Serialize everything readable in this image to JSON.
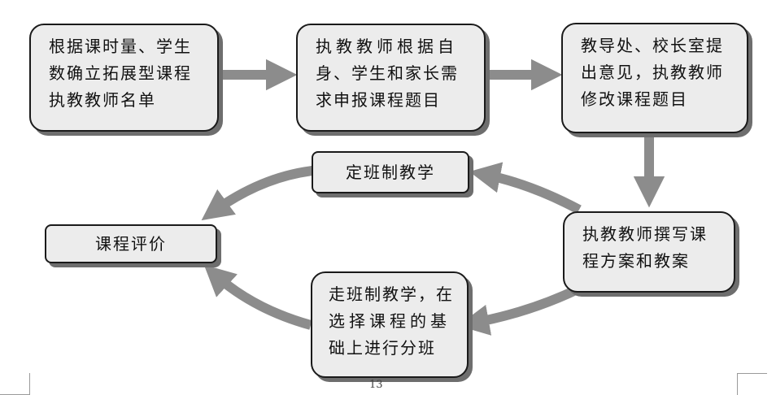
{
  "nodes": {
    "roster": {
      "lines": [
        "根据课时量、学生",
        "数确立拓展型课程",
        "执教教师名单"
      ]
    },
    "apply": {
      "lines": [
        "执教教师根据自",
        "身、学生和家长需",
        "求申报课程题目"
      ]
    },
    "review": {
      "lines": [
        "教导处、校长室提",
        "出意见，执教教师",
        "修改课程题目"
      ]
    },
    "fixed_class": {
      "label": "定班制教学"
    },
    "plan": {
      "lines": [
        "执教教师撰写课",
        "程方案和教案"
      ]
    },
    "evaluation": {
      "label": "课程评价"
    },
    "walking_class": {
      "lines": [
        "走班制教学，在",
        "选择课程的基",
        "础上进行分班"
      ]
    }
  },
  "footer": {
    "page_number": "13"
  }
}
